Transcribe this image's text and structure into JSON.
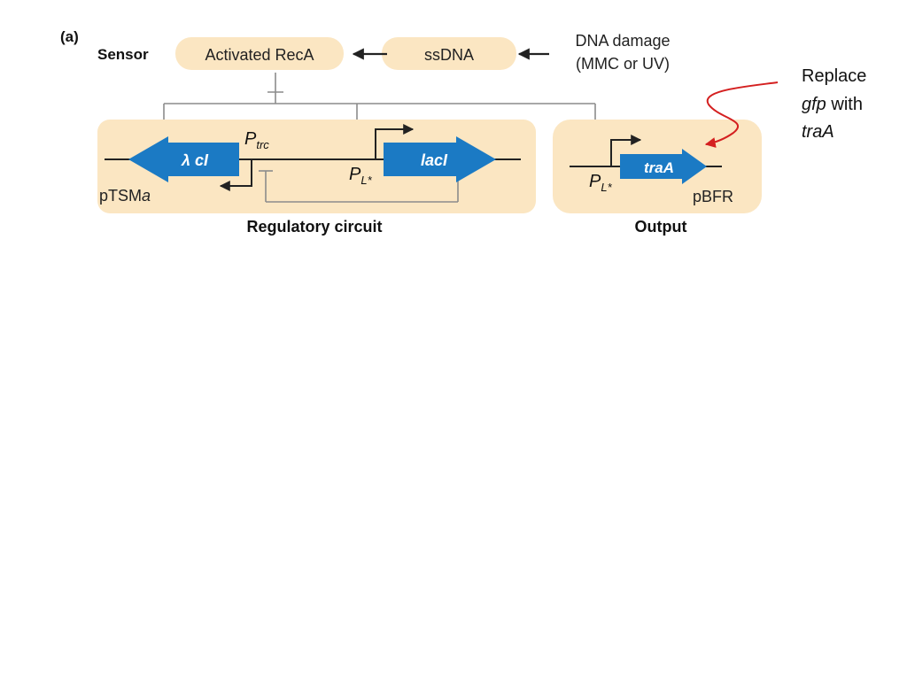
{
  "panel_label": "(a)",
  "sensor_label": "Sensor",
  "nodes": {
    "activated_reca": "Activated RecA",
    "ssdna": "ssDNA",
    "dna_damage_line1": "DNA damage",
    "dna_damage_line2": "(MMC or UV)"
  },
  "genes": {
    "lambda_ci": "λ cI",
    "laci": "lacI",
    "traa": "traA"
  },
  "promoters": {
    "ptrc_main": "P",
    "ptrc_sub": "trc",
    "pl_main": "P",
    "pl_sub": "L*",
    "pl2_main": "P",
    "pl2_sub": "L*"
  },
  "plasmids": {
    "ptsm_prefix": "pTSM",
    "ptsm_suffix": "a",
    "pbfr": "pBFR"
  },
  "sections": {
    "regulatory": "Regulatory circuit",
    "output": "Output"
  },
  "annotation": {
    "line1": "Replace",
    "line2_italic": "gfp",
    "line2_rest": " with",
    "line3": "traA"
  },
  "colors": {
    "box_fill": "#fbe6c2",
    "gene_blue": "#1b7ac4",
    "inhibit_gray": "#8c8c8c",
    "annotation_red": "#d42020",
    "dna_line": "#222222"
  }
}
